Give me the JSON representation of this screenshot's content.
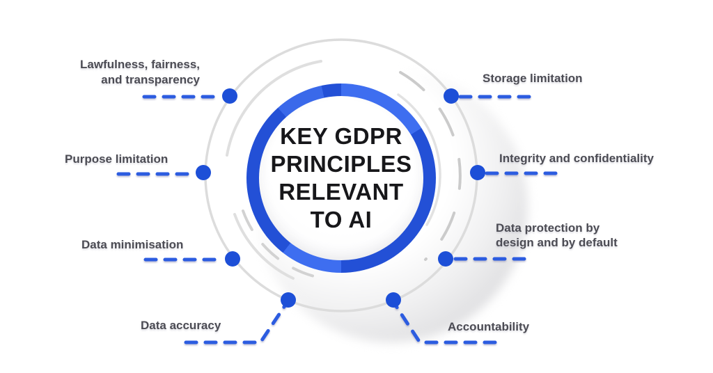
{
  "diagram": {
    "title": "KEY GDPR\nPRINCIPLES\nRELEVANT\nTO AI",
    "principles": [
      {
        "id": "lawfulness",
        "label": "Lawfulness, fairness,\nand transparency"
      },
      {
        "id": "purpose",
        "label": "Purpose limitation"
      },
      {
        "id": "data-minimisation",
        "label": "Data minimisation"
      },
      {
        "id": "data-accuracy",
        "label": "Data accuracy"
      },
      {
        "id": "storage",
        "label": "Storage limitation"
      },
      {
        "id": "integrity",
        "label": "Integrity and confidentiality"
      },
      {
        "id": "protection",
        "label": "Data protection by\ndesign and by default"
      },
      {
        "id": "accountability",
        "label": "Accountability"
      }
    ],
    "colors": {
      "ring_blue": "#2350d6",
      "ring_blue_light": "#3e6ef0",
      "dot_blue": "#1d4fd7",
      "dash_blue": "#2c5ce0",
      "orbit_gray": "#dcdcdc",
      "label_text": "#4c4c54",
      "title_text": "#17171a"
    }
  }
}
